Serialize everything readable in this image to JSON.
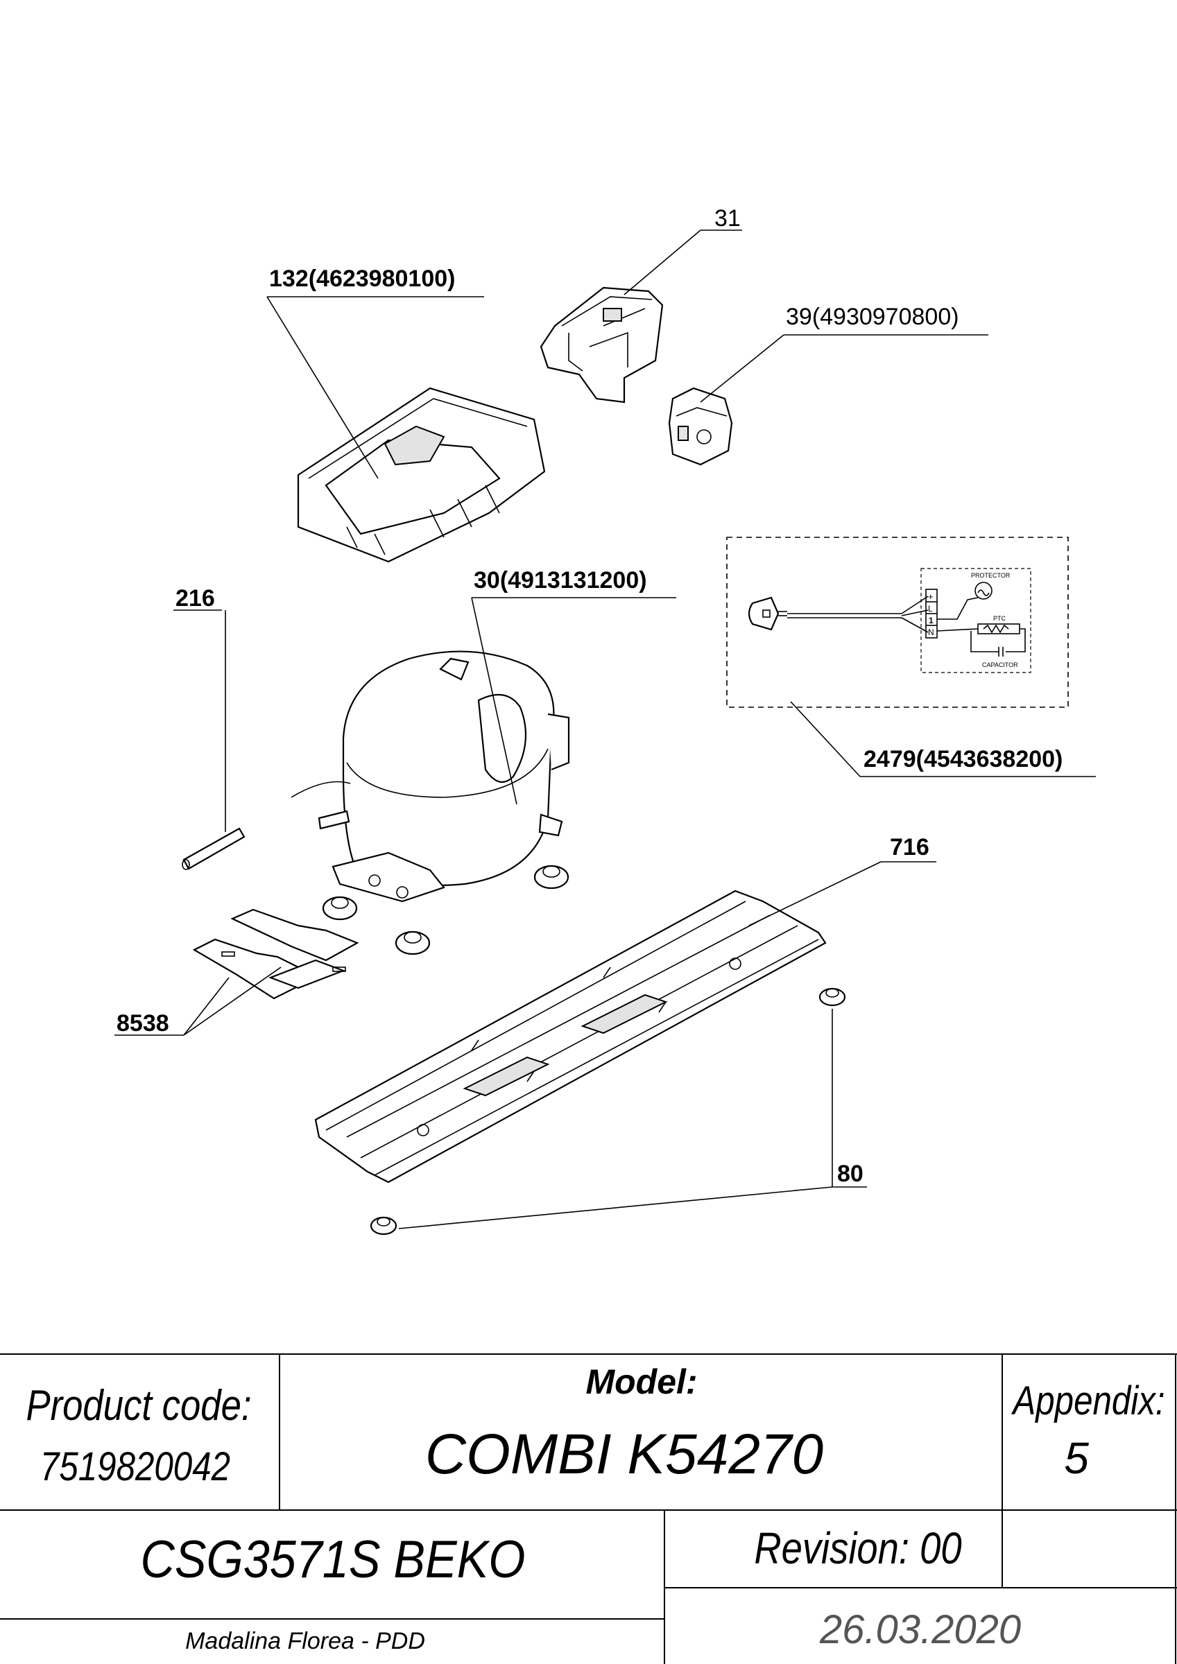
{
  "callouts": {
    "c31": "31",
    "c132": "132(4623980100)",
    "c39": "39(4930970800)",
    "c216": "216",
    "c30": "30(4913131200)",
    "c2479": "2479(4543638200)",
    "c716": "716",
    "c8538": "8538",
    "c80": "80"
  },
  "wiring": {
    "protector": "PROTECTOR",
    "ptc": "PTC",
    "capacitor": "CAPACITOR",
    "terminal_top": "+",
    "terminal_l": "L",
    "terminal_1": "1",
    "terminal_n": "N"
  },
  "title_block": {
    "product_code_label": "Product code:",
    "product_code_value": "7519820042",
    "model_label": "Model:",
    "model_value": "COMBI K54270",
    "appendix_label": "Appendix:",
    "appendix_value": "5",
    "product_name": "CSG3571S BEKO",
    "revision": "Revision: 00",
    "author": "Madalina Florea - PDD",
    "date": "26.03.2020"
  }
}
